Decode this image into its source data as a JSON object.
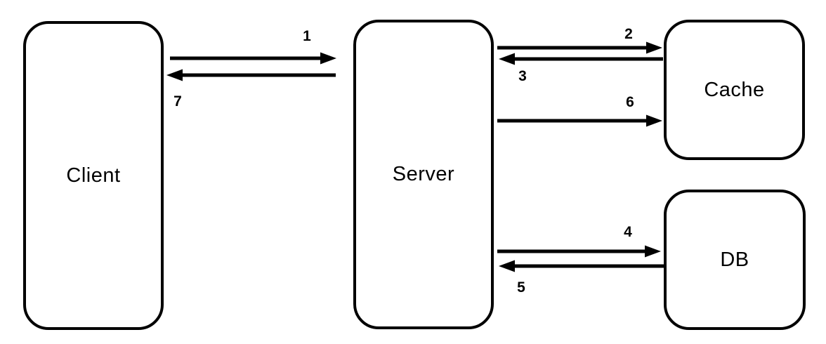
{
  "diagram": {
    "type": "architecture-flow",
    "colors": {
      "stroke": "#000000",
      "node_fill": "#ffffff",
      "background": "#ffffff"
    },
    "nodes": [
      {
        "id": "client",
        "label": "Client"
      },
      {
        "id": "server",
        "label": "Server"
      },
      {
        "id": "cache",
        "label": "Cache"
      },
      {
        "id": "db",
        "label": "DB"
      }
    ],
    "edges": [
      {
        "step": "1",
        "from": "client",
        "to": "server"
      },
      {
        "step": "2",
        "from": "server",
        "to": "cache"
      },
      {
        "step": "3",
        "from": "cache",
        "to": "server"
      },
      {
        "step": "4",
        "from": "server",
        "to": "db"
      },
      {
        "step": "5",
        "from": "db",
        "to": "server"
      },
      {
        "step": "6",
        "from": "server",
        "to": "cache"
      },
      {
        "step": "7",
        "from": "server",
        "to": "client"
      }
    ]
  }
}
